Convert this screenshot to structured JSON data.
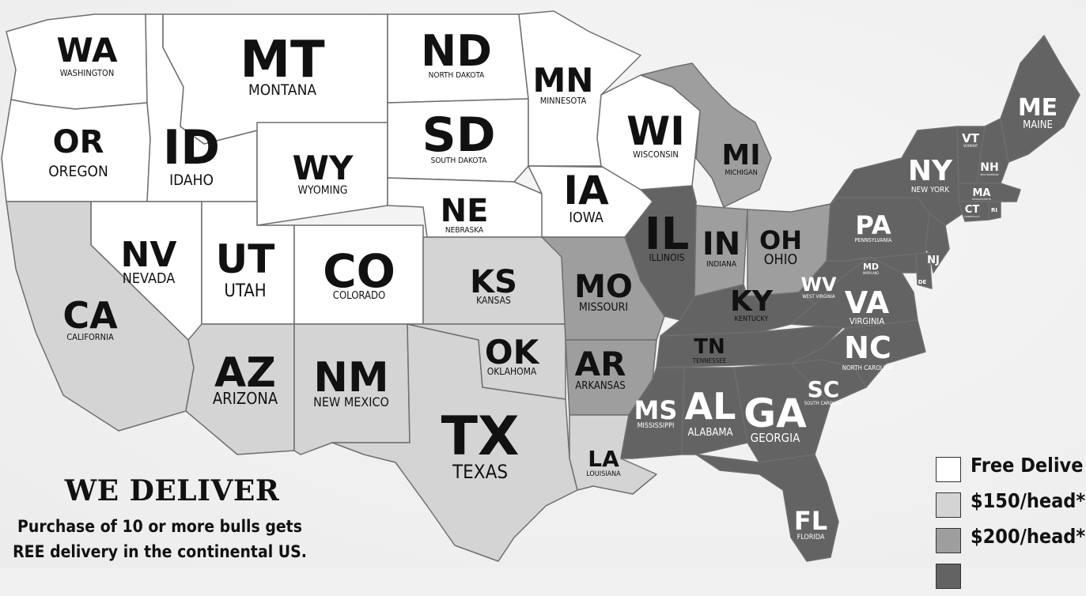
{
  "colors": {
    "free": "#ffffff",
    "tier150": "#d4d4d4",
    "tier200": "#9e9e9e",
    "tier4": "#636363",
    "stroke": "#6e6e6e"
  },
  "headline": "WE DELIVER",
  "subline": [
    "Purchase of 10 or more bulls gets",
    "REE delivery in the continental US."
  ],
  "legend": [
    {
      "label": "Free Delive",
      "tier": "free"
    },
    {
      "label": "$150/head*",
      "tier": "tier150"
    },
    {
      "label": "$200/head*",
      "tier": "tier200"
    },
    {
      "label": "",
      "tier": "tier4"
    }
  ],
  "states": {
    "WA": {
      "abbr": "WA",
      "name": "WASHINGTON",
      "tier": "free"
    },
    "OR": {
      "abbr": "OR",
      "name": "OREGON",
      "tier": "free"
    },
    "ID": {
      "abbr": "ID",
      "name": "IDAHO",
      "tier": "free"
    },
    "MT": {
      "abbr": "MT",
      "name": "MONTANA",
      "tier": "free"
    },
    "WY": {
      "abbr": "WY",
      "name": "WYOMING",
      "tier": "free"
    },
    "ND": {
      "abbr": "ND",
      "name": "NORTH DAKOTA",
      "tier": "free"
    },
    "SD": {
      "abbr": "SD",
      "name": "SOUTH DAKOTA",
      "tier": "free"
    },
    "NE": {
      "abbr": "NE",
      "name": "NEBRASKA",
      "tier": "free"
    },
    "MN": {
      "abbr": "MN",
      "name": "MINNESOTA",
      "tier": "free"
    },
    "IA": {
      "abbr": "IA",
      "name": "IOWA",
      "tier": "free"
    },
    "WI": {
      "abbr": "WI",
      "name": "WISCONSIN",
      "tier": "free"
    },
    "NV": {
      "abbr": "NV",
      "name": "NEVADA",
      "tier": "free"
    },
    "UT": {
      "abbr": "UT",
      "name": "UTAH",
      "tier": "free"
    },
    "CO": {
      "abbr": "CO",
      "name": "COLORADO",
      "tier": "free"
    },
    "CA": {
      "abbr": "CA",
      "name": "CALIFORNIA",
      "tier": "tier150"
    },
    "AZ": {
      "abbr": "AZ",
      "name": "ARIZONA",
      "tier": "tier150"
    },
    "NM": {
      "abbr": "NM",
      "name": "NEW MEXICO",
      "tier": "tier150"
    },
    "TX": {
      "abbr": "TX",
      "name": "TEXAS",
      "tier": "tier150"
    },
    "KS": {
      "abbr": "KS",
      "name": "KANSAS",
      "tier": "tier150"
    },
    "OK": {
      "abbr": "OK",
      "name": "OKLAHOMA",
      "tier": "tier150"
    },
    "MO": {
      "abbr": "MO",
      "name": "MISSOURI",
      "tier": "tier200"
    },
    "AR": {
      "abbr": "AR",
      "name": "ARKANSAS",
      "tier": "tier200"
    },
    "LA": {
      "abbr": "LA",
      "name": "LOUISIANA",
      "tier": "tier150"
    },
    "IL": {
      "abbr": "IL",
      "name": "ILLINOIS",
      "tier": "tier4"
    },
    "IN": {
      "abbr": "IN",
      "name": "INDIANA",
      "tier": "tier200"
    },
    "OH": {
      "abbr": "OH",
      "name": "OHIO",
      "tier": "tier200"
    },
    "MI": {
      "abbr": "MI",
      "name": "MICHIGAN",
      "tier": "tier200"
    },
    "KY": {
      "abbr": "KY",
      "name": "KENTUCKY",
      "tier": "tier4"
    },
    "TN": {
      "abbr": "TN",
      "name": "TENNESSEE",
      "tier": "tier4"
    },
    "MS": {
      "abbr": "MS",
      "name": "MISSISSIPPI",
      "tier": "tier4"
    },
    "AL": {
      "abbr": "AL",
      "name": "ALABAMA",
      "tier": "tier4"
    },
    "GA": {
      "abbr": "GA",
      "name": "GEORGIA",
      "tier": "tier4"
    },
    "FL": {
      "abbr": "FL",
      "name": "FLORIDA",
      "tier": "tier4"
    },
    "SC": {
      "abbr": "SC",
      "name": "SOUTH CAROLINA",
      "tier": "tier4"
    },
    "NC": {
      "abbr": "NC",
      "name": "NORTH CAROLINA",
      "tier": "tier4"
    },
    "VA": {
      "abbr": "VA",
      "name": "VIRGINIA",
      "tier": "tier4"
    },
    "WV": {
      "abbr": "WV",
      "name": "WEST VIRGINIA",
      "tier": "tier4"
    },
    "PA": {
      "abbr": "PA",
      "name": "PENNSYLVANIA",
      "tier": "tier4"
    },
    "NY": {
      "abbr": "NY",
      "name": "NEW YORK",
      "tier": "tier4"
    },
    "NJ": {
      "abbr": "NJ",
      "name": "",
      "tier": "tier4"
    },
    "DE": {
      "abbr": "DE",
      "name": "",
      "tier": "tier4"
    },
    "MD": {
      "abbr": "MD",
      "name": "MARYLAND",
      "tier": "tier4"
    },
    "VT": {
      "abbr": "VT",
      "name": "VERMONT",
      "tier": "tier4"
    },
    "NH": {
      "abbr": "NH",
      "name": "NEW HAMPSHIRE",
      "tier": "tier4"
    },
    "MA": {
      "abbr": "MA",
      "name": "MASSACHUSETTS",
      "tier": "tier4"
    },
    "CT": {
      "abbr": "CT",
      "name": "CONNECTICUT",
      "tier": "tier4"
    },
    "RI": {
      "abbr": "RI",
      "name": "",
      "tier": "tier4"
    },
    "ME": {
      "abbr": "ME",
      "name": "MAINE",
      "tier": "tier4"
    }
  }
}
